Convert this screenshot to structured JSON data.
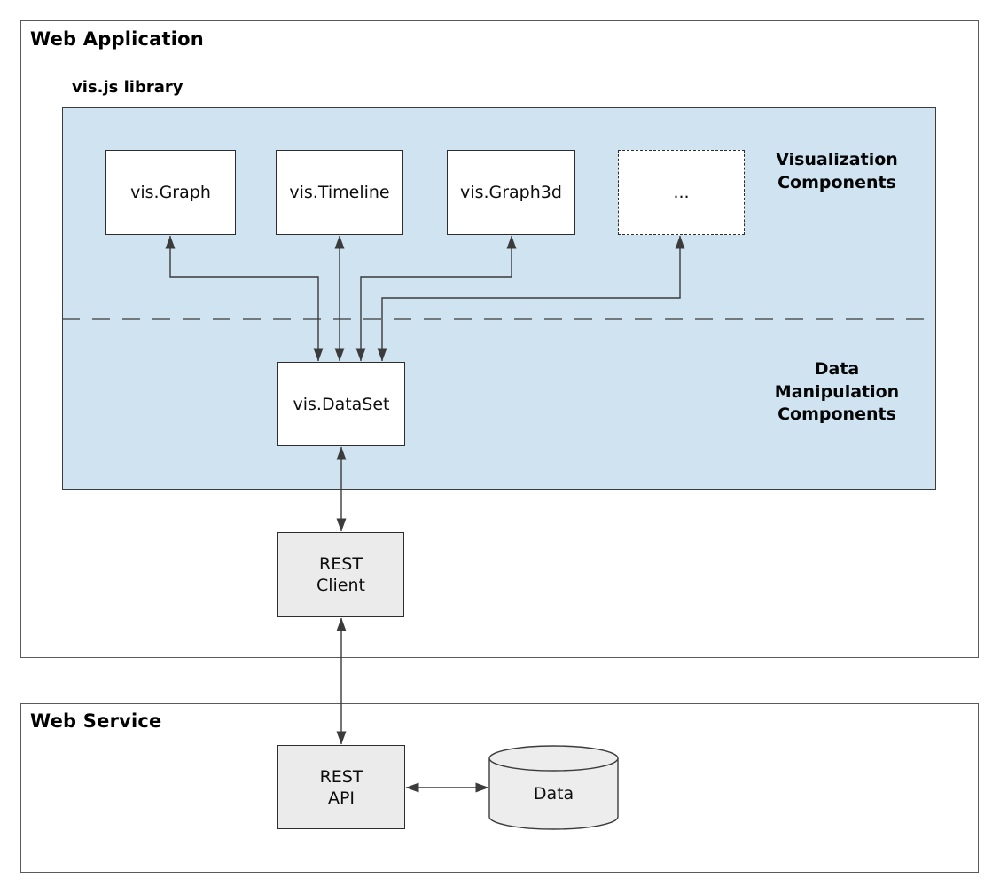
{
  "colors": {
    "library_background": "#cfe3f1",
    "component_node_fill": "#ffffff",
    "service_node_fill": "#ebebeb",
    "connector_color": "#3b3b3b",
    "border_color": "#2d2d2d"
  },
  "web_application": {
    "title": "Web Application",
    "library_label": "vis.js library",
    "visualization_section_label": "Visualization\nComponents",
    "data_section_label": "Data\nManipulation\nComponents",
    "components": [
      {
        "label": "vis.Graph"
      },
      {
        "label": "vis.Timeline"
      },
      {
        "label": "vis.Graph3d"
      },
      {
        "label": "..."
      }
    ],
    "dataset_label": "vis.DataSet",
    "rest_client_label": "REST\nClient"
  },
  "web_service": {
    "title": "Web Service",
    "rest_api_label": "REST\nAPI",
    "database_label": "Data"
  }
}
